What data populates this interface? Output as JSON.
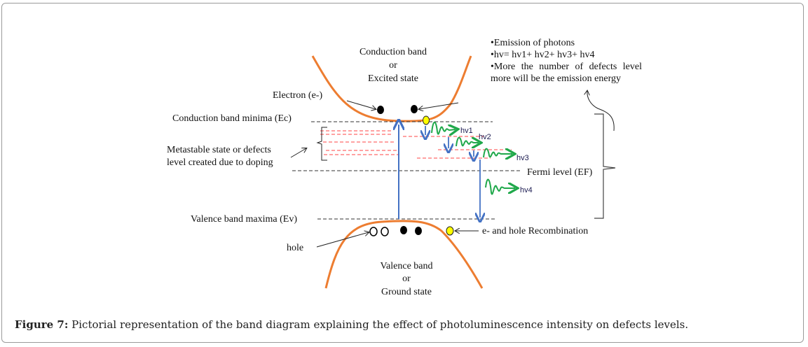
{
  "figure": {
    "caption_label": "Figure 7:",
    "caption_text": " Pictorial representation of the band diagram explaining the effect of photoluminescence intensity on defects levels."
  },
  "labels": {
    "conduction_band": [
      "Conduction band",
      "or",
      "Excited state"
    ],
    "electron": "Electron (e-)",
    "cb_minima": "Conduction band minima (Ec)",
    "metastable": [
      "Metastable state or  defects",
      "level created due to doping"
    ],
    "fermi": "Fermi level (EF)",
    "vb_maxima": "Valence band maxima (Ev)",
    "hole": "hole",
    "valence_band": [
      "Valence band",
      "or",
      "Ground state"
    ],
    "recombination": "e- and hole Recombination"
  },
  "photons": [
    "hv1",
    "hv2",
    "hv3",
    "hv4"
  ],
  "notes": [
    "•Emission of photons",
    "•hv= hv1+ hv2+ hv3+ hv4",
    "•More the number of defects level more will be the emission energy"
  ],
  "colors": {
    "band_curve": "#ed7d31",
    "arrow_blue": "#4472c4",
    "photon_green": "#1fa84a",
    "defect_red": "#ff6b6b",
    "recomb_yellow": "#ffff00"
  }
}
